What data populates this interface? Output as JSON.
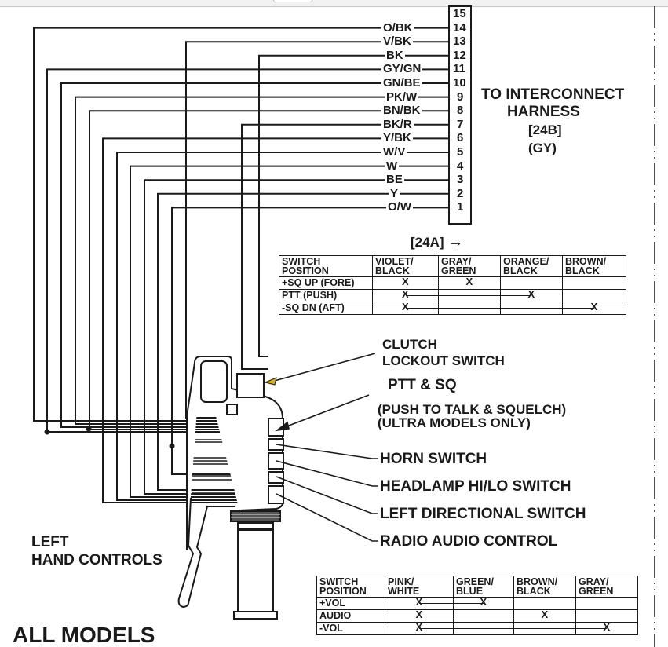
{
  "connector": {
    "pins": [
      "15",
      "14",
      "13",
      "12",
      "11",
      "10",
      "9",
      "8",
      "7",
      "6",
      "5",
      "4",
      "3",
      "2",
      "1"
    ],
    "wires": [
      {
        "pin": "14",
        "color": "O/BK"
      },
      {
        "pin": "13",
        "color": "V/BK"
      },
      {
        "pin": "12",
        "color": "BK"
      },
      {
        "pin": "11",
        "color": "GY/GN"
      },
      {
        "pin": "10",
        "color": "GN/BE"
      },
      {
        "pin": "9",
        "color": "PK/W"
      },
      {
        "pin": "8",
        "color": "BN/BK"
      },
      {
        "pin": "7",
        "color": "BK/R"
      },
      {
        "pin": "6",
        "color": "Y/BK"
      },
      {
        "pin": "5",
        "color": "W/V"
      },
      {
        "pin": "4",
        "color": "W"
      },
      {
        "pin": "3",
        "color": "BE"
      },
      {
        "pin": "2",
        "color": "Y"
      },
      {
        "pin": "1",
        "color": "O/W"
      }
    ],
    "harness_title_1": "TO INTERCONNECT",
    "harness_title_2": "HARNESS",
    "harness_ref": "[24B]",
    "harness_color": "(GY)",
    "connector_ref": "[24A]",
    "arrow": "→"
  },
  "ptt_table": {
    "headers": [
      "SWITCH POSITION",
      "VIOLET/ BLACK",
      "GRAY/ GREEN",
      "ORANGE/ BLACK",
      "BROWN/ BLACK"
    ],
    "header_lines": [
      [
        "SWITCH",
        "POSITION"
      ],
      [
        "VIOLET/",
        "BLACK"
      ],
      [
        "GRAY/",
        "GREEN"
      ],
      [
        "ORANGE/",
        "BLACK"
      ],
      [
        "BROWN/",
        "BLACK"
      ]
    ],
    "rows": [
      {
        "position": "+SQ UP (FORE)",
        "connects": [
          "VIOLET/BLACK",
          "GRAY/GREEN"
        ]
      },
      {
        "position": "PTT (PUSH)",
        "connects": [
          "VIOLET/BLACK",
          "ORANGE/BLACK"
        ]
      },
      {
        "position": "-SQ DN (AFT)",
        "connects": [
          "VIOLET/BLACK",
          "BROWN/BLACK"
        ]
      }
    ],
    "mark": "X"
  },
  "radio_table": {
    "headers": [
      "SWITCH POSITION",
      "PINK/ WHITE",
      "GREEN/ BLUE",
      "BROWN/ BLACK",
      "GRAY/ GREEN"
    ],
    "header_lines": [
      [
        "SWITCH",
        "POSITION"
      ],
      [
        "PINK/",
        "WHITE"
      ],
      [
        "GREEN/",
        "BLUE"
      ],
      [
        "BROWN/",
        "BLACK"
      ],
      [
        "GRAY/",
        "GREEN"
      ]
    ],
    "rows": [
      {
        "position": "+VOL",
        "connects": [
          "PINK/WHITE",
          "GREEN/BLUE"
        ]
      },
      {
        "position": "AUDIO",
        "connects": [
          "PINK/WHITE",
          "BROWN/BLACK"
        ]
      },
      {
        "position": "-VOL",
        "connects": [
          "PINK/WHITE",
          "GRAY/GREEN"
        ]
      }
    ],
    "mark": "X"
  },
  "callouts": {
    "clutch_1": "CLUTCH",
    "clutch_2": "LOCKOUT SWITCH",
    "ptt": "PTT & SQ",
    "ptt_sub_1": "(PUSH TO TALK & SQUELCH)",
    "ptt_sub_2": "(ULTRA MODELS ONLY)",
    "horn": "HORN SWITCH",
    "headlamp": "HEADLAMP HI/LO SWITCH",
    "directional": "LEFT DIRECTIONAL SWITCH",
    "radio": "RADIO AUDIO CONTROL"
  },
  "labels": {
    "left_1": "LEFT",
    "left_2": "HAND CONTROLS",
    "models": "ALL MODELS"
  },
  "colors": {
    "ink": "#1a1a1a",
    "arrow_accent": "#d4b21a"
  }
}
